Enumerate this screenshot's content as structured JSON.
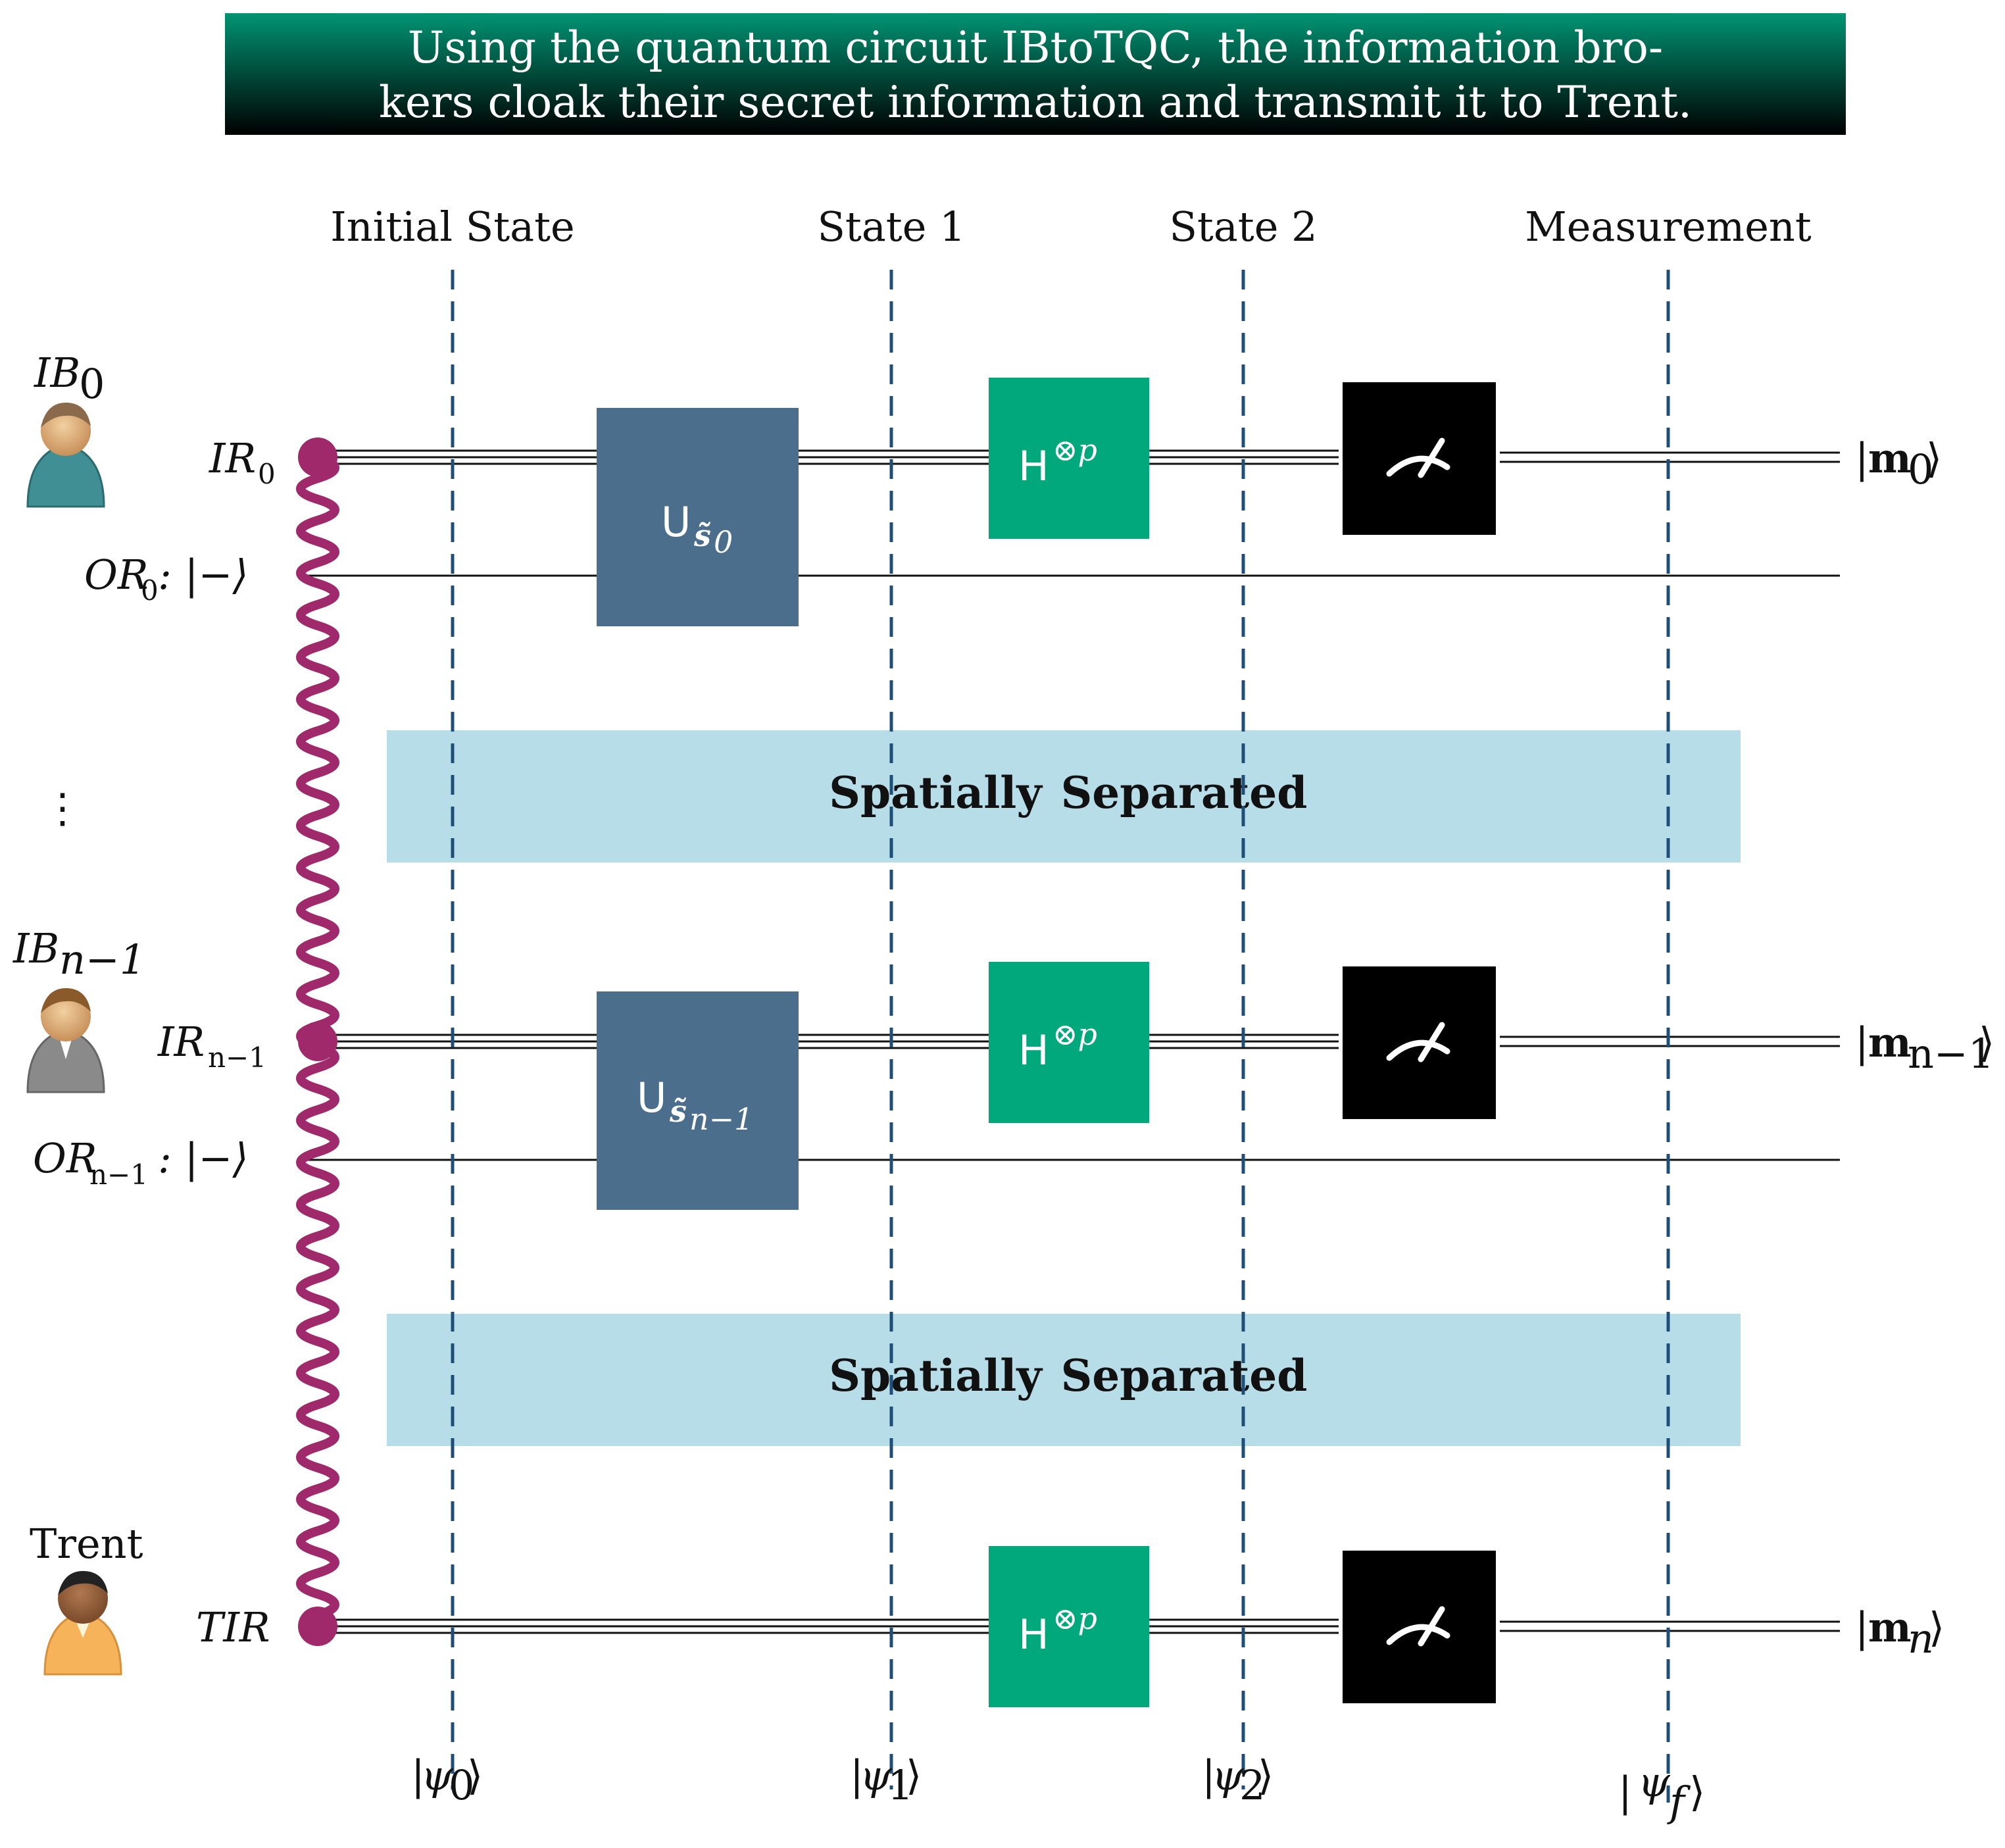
{
  "banner": {
    "line1": "Using the quantum circuit IBtoTQC, the information bro-",
    "line2": "kers cloak their secret information and transmit it to Trent.",
    "color_top": "#009473",
    "color_bottom": "#000000"
  },
  "stages": [
    "Initial State",
    "State 1",
    "State 2",
    "Measurement"
  ],
  "state_kets": [
    {
      "psi": "ψ",
      "sub": "0"
    },
    {
      "psi": "ψ",
      "sub": "1"
    },
    {
      "psi": "ψ",
      "sub": "2"
    },
    {
      "psi": "ψ",
      "sub": "f"
    }
  ],
  "parties": [
    {
      "name": "IB",
      "sub": "0",
      "icon": "person-teal-icon"
    },
    {
      "name": "IB",
      "sub": "n−1",
      "icon": "person-gray-icon"
    },
    {
      "name": "Trent",
      "sub": "",
      "icon": "person-orange-icon"
    }
  ],
  "vdots": "⋮",
  "wires": {
    "ir0": {
      "label": "IR",
      "sub": "0"
    },
    "or0": {
      "label": "OR",
      "sub": "0",
      "suffix": ": |−⟩"
    },
    "irn": {
      "label": "IR",
      "sub": "n−1"
    },
    "orn": {
      "label": "OR",
      "sub": "n−1",
      "suffix": ": |−⟩"
    },
    "tir": {
      "label": "TIR",
      "sub": ""
    }
  },
  "outputs": [
    {
      "bold": "m",
      "sub": "0"
    },
    {
      "bold": "m",
      "sub": "n−1"
    },
    {
      "bold": "m",
      "sub": "n"
    }
  ],
  "gates": {
    "u0": {
      "base": "U",
      "sub": "s̃",
      "subsub": "0"
    },
    "un": {
      "base": "U",
      "sub": "s̃",
      "subsub": "n−1"
    },
    "hadamard": {
      "base": "H",
      "sup": "⊗p"
    }
  },
  "separators": {
    "word1": "Spatially",
    "word2": "Separated"
  },
  "colors": {
    "entangle": "#a0296b",
    "oracle_gate": "#4a6e8c",
    "hadamard_gate": "#00a87c",
    "measure_gate": "#000000",
    "separator": "#b7dde8",
    "dashed": "#1f4e79"
  }
}
